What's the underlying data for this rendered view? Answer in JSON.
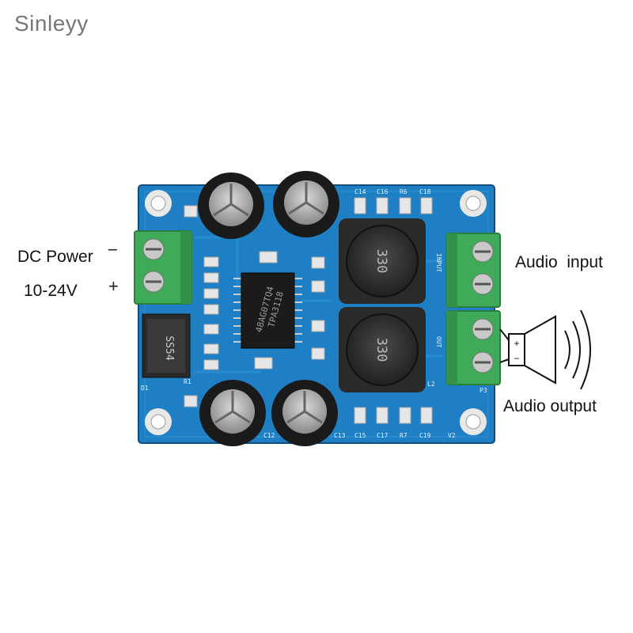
{
  "watermark": "Sinleyy",
  "labels": {
    "dc_power": "DC Power",
    "voltage": "10-24V",
    "minus": "−",
    "plus": "+",
    "audio_input": "Audio  input",
    "audio_output": "Audio output"
  },
  "board": {
    "chip_line1": "48AG07TQ4",
    "chip_line2": "TPA3118",
    "diode": "SS54",
    "inductor_top": "330",
    "inductor_bottom": "330",
    "silk": {
      "c14": "C14",
      "c16": "C16",
      "r6": "R6",
      "c18": "C18",
      "c15": "C15",
      "c17": "C17",
      "r7": "R7",
      "c19": "C19",
      "c12": "C12",
      "c13": "C13",
      "d1": "D1",
      "r1": "R1",
      "p3": "P3",
      "v2": "V2",
      "l2": "L2",
      "input": "INPUT",
      "out": "OUT"
    }
  },
  "colors": {
    "pcb": "#1f7fc4",
    "pcb_dark": "#125d96",
    "terminal": "#3faa57",
    "capacitor": "#1a1a1a",
    "inductor": "#2b2b2b"
  }
}
